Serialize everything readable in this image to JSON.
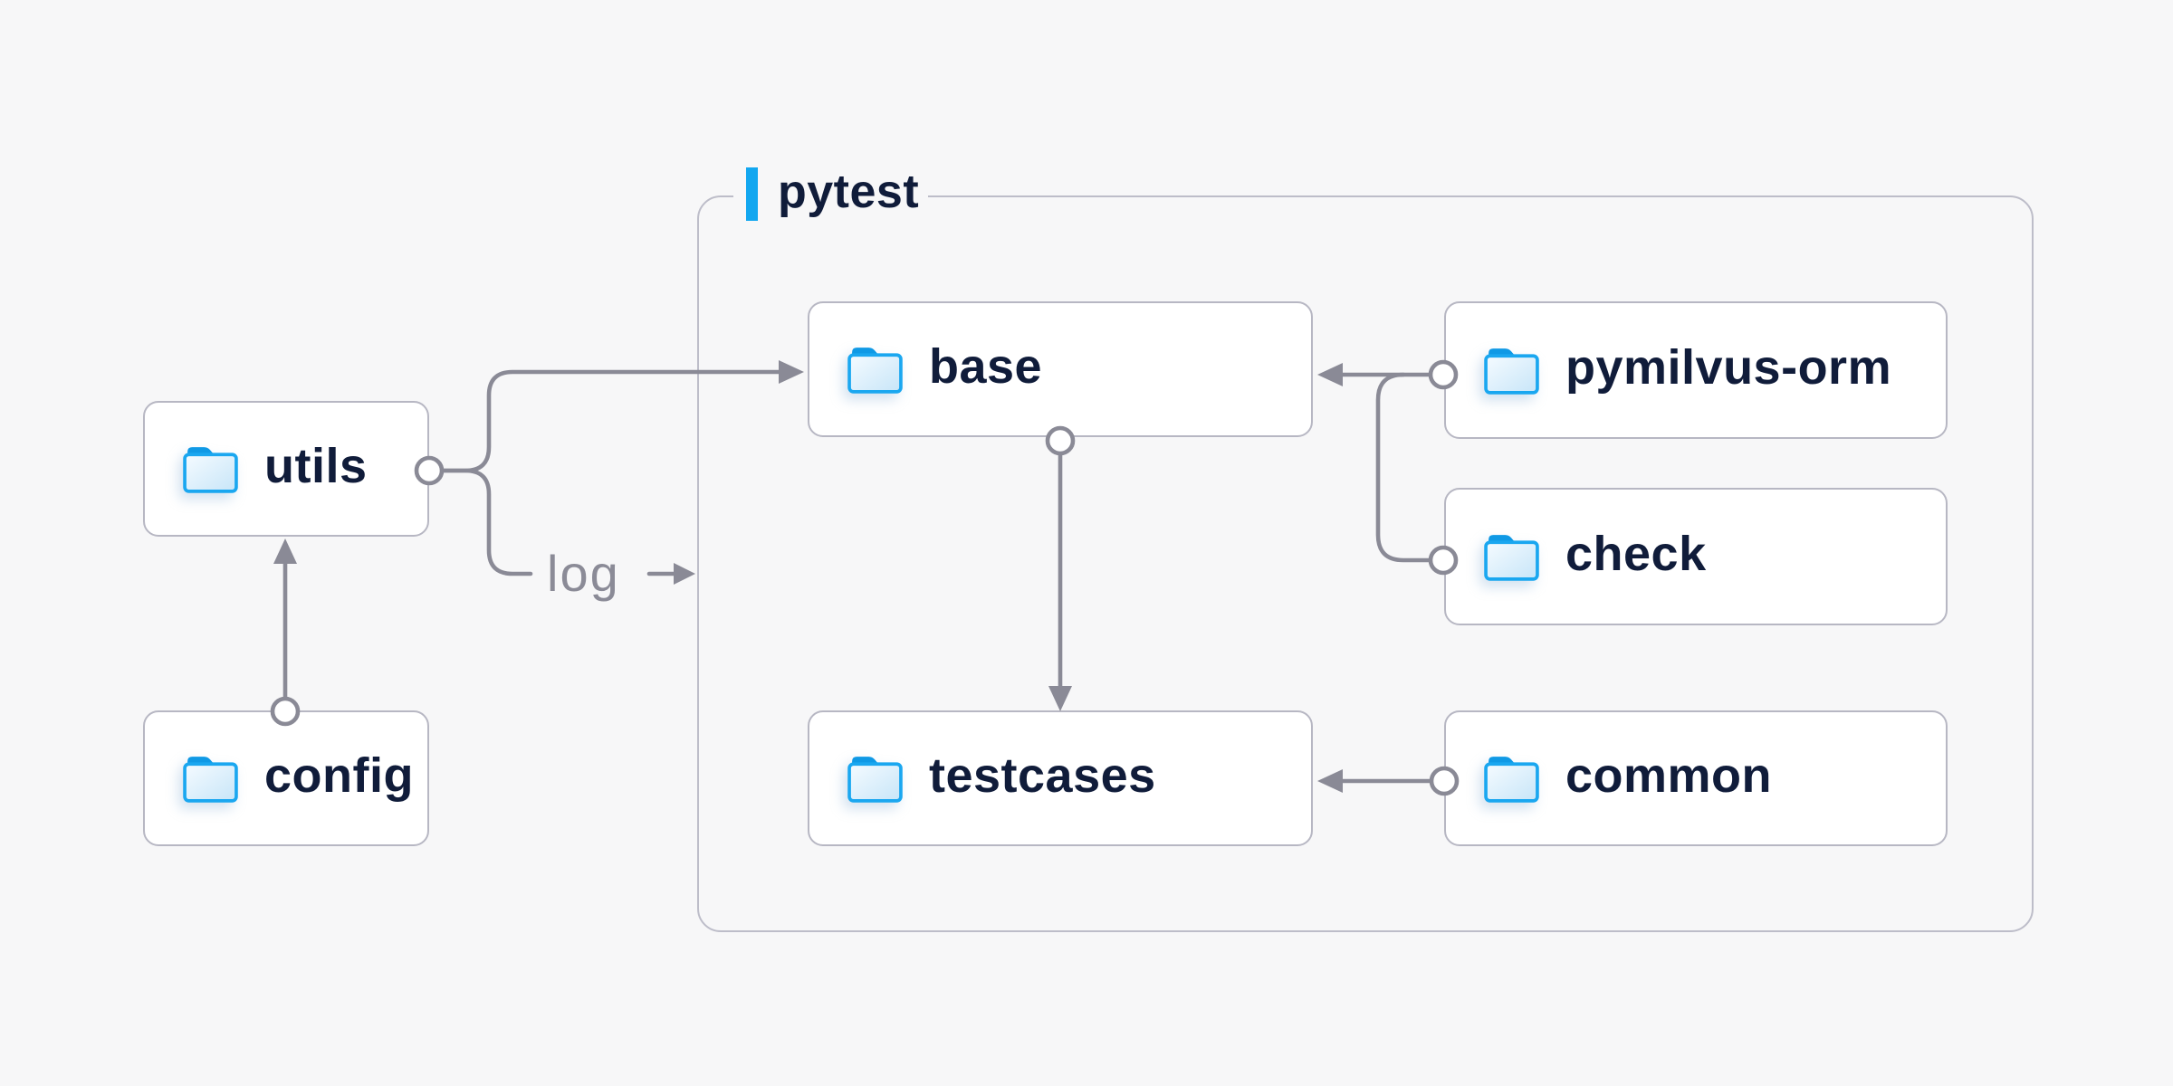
{
  "container": {
    "label": "pytest"
  },
  "nodes": {
    "utils": {
      "label": "utils"
    },
    "config": {
      "label": "config"
    },
    "base": {
      "label": "base"
    },
    "pymilvus_orm": {
      "label": "pymilvus-orm"
    },
    "check": {
      "label": "check"
    },
    "testcases": {
      "label": "testcases"
    },
    "common": {
      "label": "common"
    }
  },
  "edge_label": {
    "text": "log"
  },
  "edges": [
    {
      "from": "config",
      "to": "utils",
      "type": "arrow"
    },
    {
      "from": "utils",
      "to": "base",
      "type": "arrow"
    },
    {
      "from": "utils",
      "to": "log",
      "type": "labeled-branch"
    },
    {
      "from": "log",
      "to": "pytest",
      "type": "arrow"
    },
    {
      "from": "base",
      "to": "testcases",
      "type": "arrow"
    },
    {
      "from": "pymilvus-orm",
      "to": "base",
      "type": "arrow"
    },
    {
      "from": "check",
      "to": "base",
      "type": "arrow"
    },
    {
      "from": "common",
      "to": "testcases",
      "type": "arrow"
    }
  ],
  "colors": {
    "background": "#f7f7f8",
    "node_fill": "#ffffff",
    "node_border": "#b7b7c3",
    "group_border": "#bdbdc9",
    "connector": "#8a8a96",
    "text": "#101c3a",
    "edge_label_text": "#8b8b97",
    "accent_bar": "#12a7f0",
    "folder_outline": "#1aa7f0",
    "folder_tab": "#0f99e5",
    "folder_fill_light": "#f5fbff",
    "folder_fill_dark": "#c7e5f8"
  }
}
